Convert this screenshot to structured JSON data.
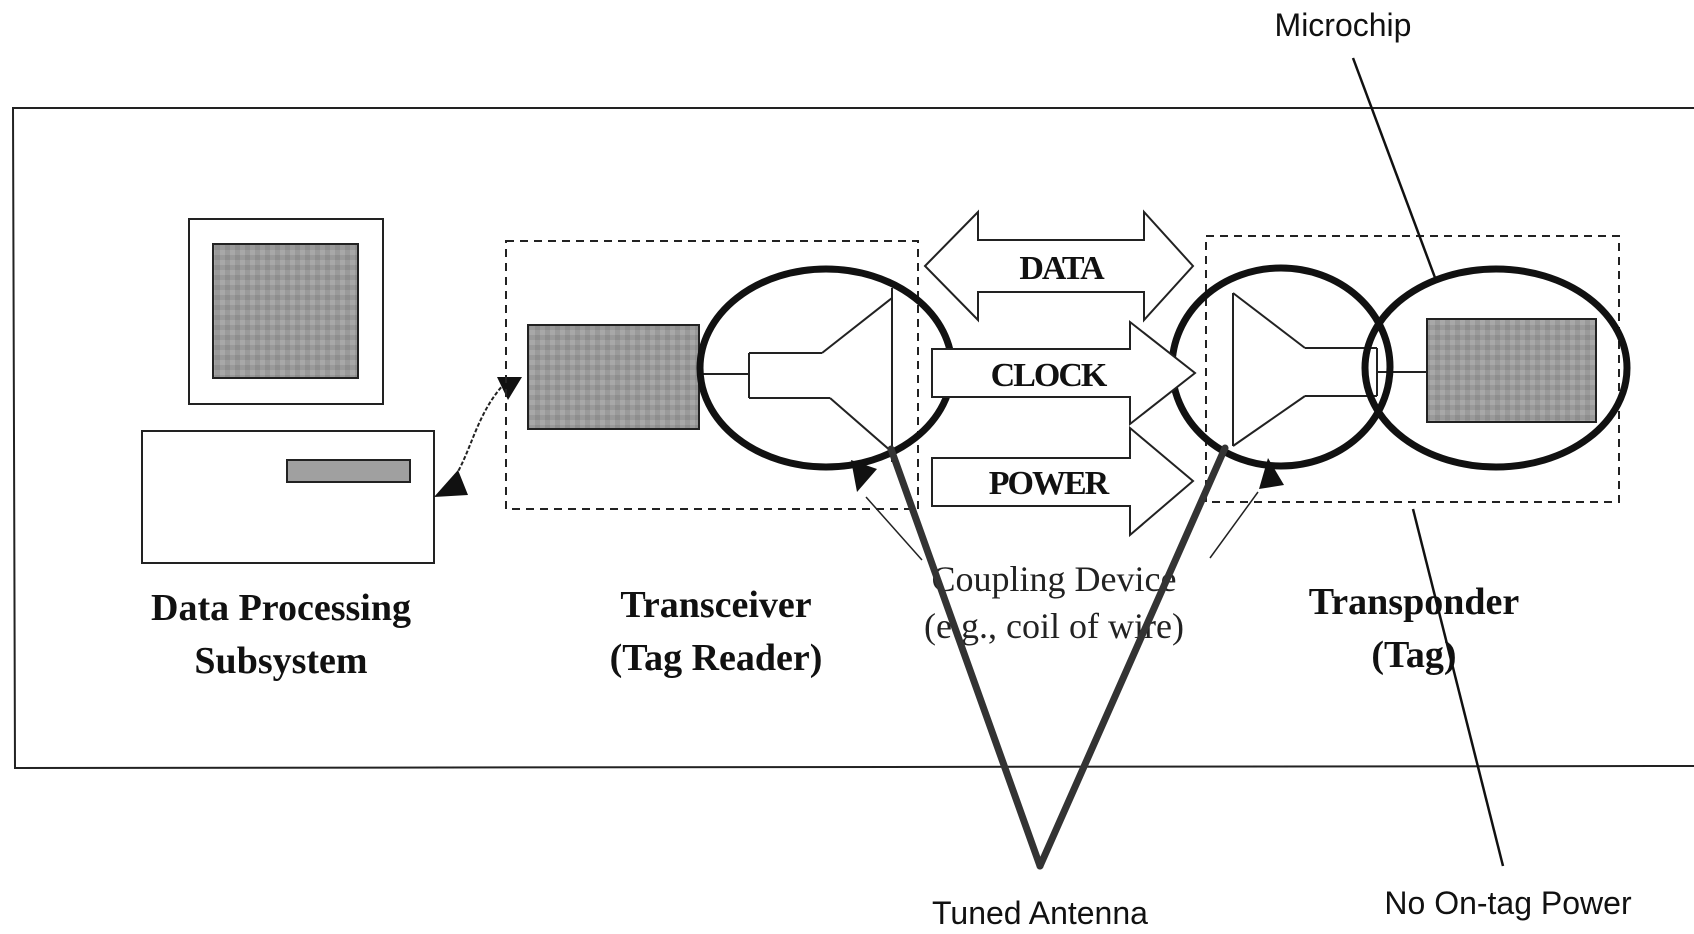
{
  "callouts": {
    "microchip": "Microchip",
    "tuned_antenna": "Tuned Antenna",
    "no_power": "No On-tag Power"
  },
  "components": {
    "dps_line1": "Data Processing",
    "dps_line2": "Subsystem",
    "transceiver_line1": "Transceiver",
    "transceiver_line2": "(Tag Reader)",
    "transponder_line1": "Transponder",
    "transponder_line2": "(Tag)"
  },
  "signals": {
    "data": "DATA",
    "clock": "CLOCK",
    "power": "POWER"
  },
  "coupling": {
    "line1": "Coupling Device",
    "line2": "(e.g., coil of wire)"
  }
}
